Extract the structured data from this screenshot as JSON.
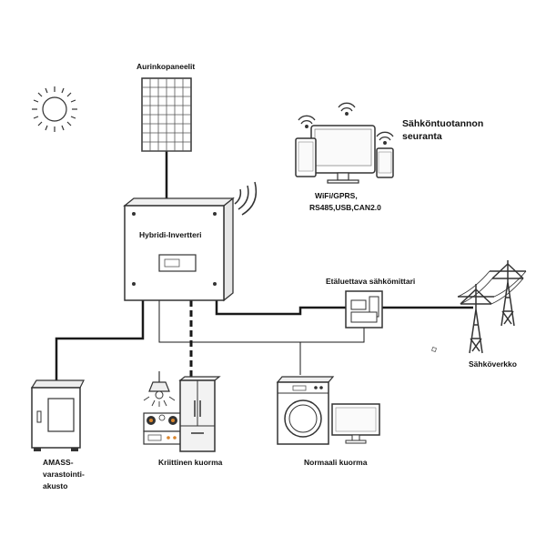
{
  "labels": {
    "solar_panels": "Aurinkopaneelit",
    "monitoring_line1": "Sähköntuotannon",
    "monitoring_line2": "seuranta",
    "comm_line1": "WiFi/GPRS,",
    "comm_line2": "RS485,USB,CAN2.0",
    "inverter": "Hybridi-Invertteri",
    "meter": "Etäluettava sähkömittari",
    "grid": "Sähköverkko",
    "battery_line1": "AMASS-",
    "battery_line2": "varastointi-",
    "battery_line3": "akusto",
    "critical_load": "Kriittinen kuorma",
    "normal_load": "Normaali kuorma"
  },
  "colors": {
    "line": "#1a1a1a",
    "outline": "#333333",
    "appliance_fill": "#f2f2f2",
    "accent_orange": "#d9842b"
  }
}
